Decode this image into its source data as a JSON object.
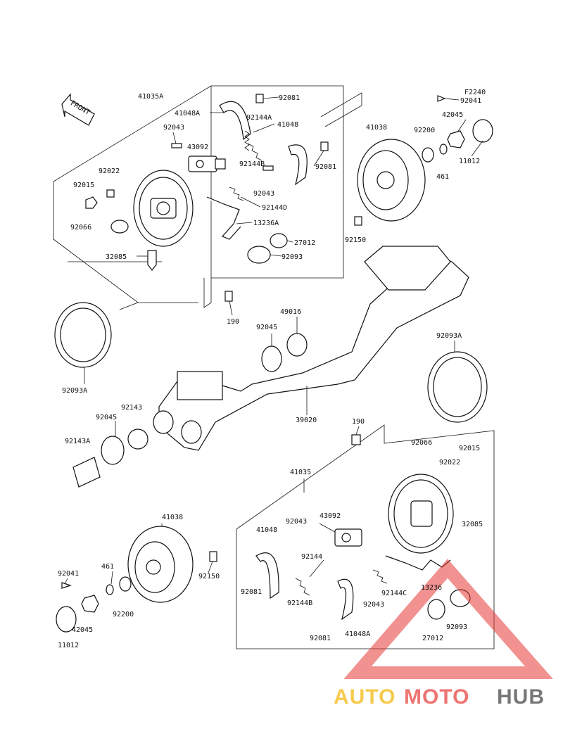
{
  "figure_ref": "F2240",
  "front_label": "FRONT",
  "colors": {
    "ink": "#111111",
    "watermark_auto": "#f2b400",
    "watermark_moto": "#e53935",
    "watermark_hub": "#555555",
    "triangle": "#e53935"
  },
  "watermark": {
    "auto": "AUTO",
    "moto": "MOTO",
    "hub": "HUB"
  },
  "parts": {
    "p92041_top": "92041",
    "p42045_top": "42045",
    "p92200_top": "92200",
    "p461_top": "461",
    "p11012_top": "11012",
    "p41038_top": "41038",
    "p92150_top": "92150",
    "p41035A": "41035A",
    "p92081_a": "92081",
    "p41048A_top": "41048A",
    "p92144A": "92144A",
    "p41048_top": "41048",
    "p92043_a": "92043",
    "p43092_top": "43092",
    "p92144B_top": "92144B",
    "p92081_b": "92081",
    "p92022_top": "92022",
    "p92015_top": "92015",
    "p92043_b": "92043",
    "p92144D": "92144D",
    "p92066_top": "92066",
    "p13236A": "13236A",
    "p27012_top": "27012",
    "p92093_top": "92093",
    "p32085_top": "32085",
    "p190_top": "190",
    "p49016": "49016",
    "p92045_mid": "92045",
    "p92093A_right": "92093A",
    "p92093A_left": "92093A",
    "p39020": "39020",
    "p92143": "92143",
    "p92045_left": "92045",
    "p92143A": "92143A",
    "p190_bot": "190",
    "p92066_bot": "92066",
    "p92015_bot": "92015",
    "p92022_bot": "92022",
    "p41035": "41035",
    "p32085_bot": "32085",
    "p43092_bot": "43092",
    "p92043_c": "92043",
    "p41048_bot": "41048",
    "p41038_bot": "41038",
    "p92144": "92144",
    "p92081_c": "92081",
    "p92144B_bot": "92144B",
    "p92144C": "92144C",
    "p13236": "13236",
    "p92043_d": "92043",
    "p92093_bot": "92093",
    "p27012_bot": "27012",
    "p92081_d": "92081",
    "p41048A_bot": "41048A",
    "p92041_bot": "92041",
    "p461_bot": "461",
    "p92150_bot": "92150",
    "p92200_bot": "92200",
    "p42045_bot": "42045",
    "p11012_bot": "11012"
  }
}
